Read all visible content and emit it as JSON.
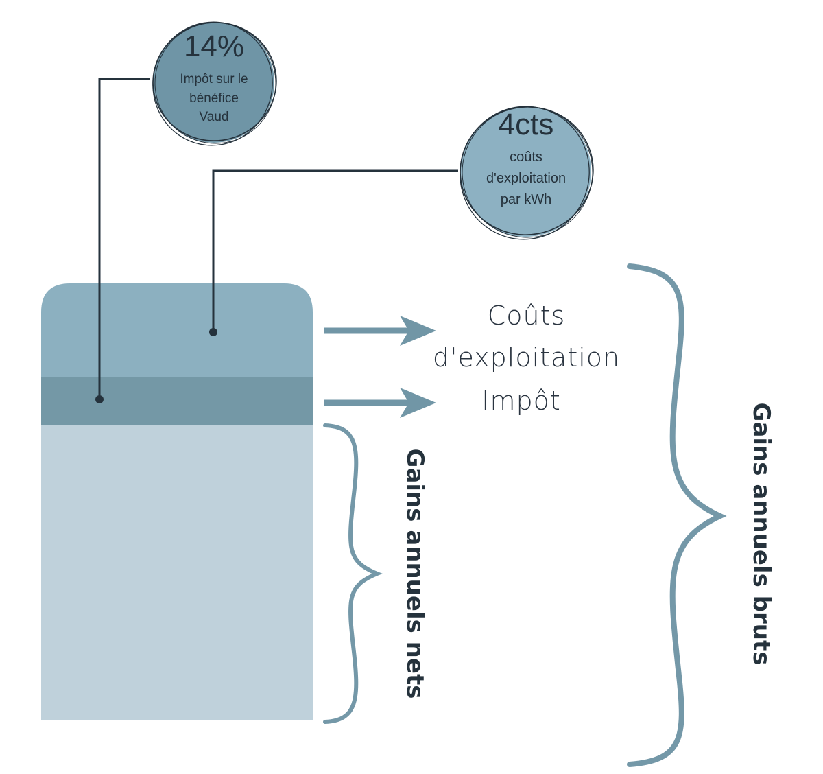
{
  "colors": {
    "top_segment": "#8cb0c0",
    "tax_segment": "#7498a6",
    "net_segment": "#bfd1db",
    "bubble_light": "#8db1c2",
    "bubble_dark": "#6f95a6",
    "line": "#25323c",
    "arrow": "#7196a6",
    "brace": "#7498a8"
  },
  "bubbles": {
    "tax": {
      "value": "14%",
      "caption": [
        "Impôt sur le",
        "bénéfice",
        "Vaud"
      ]
    },
    "costs": {
      "value": "4cts",
      "caption": [
        "coûts",
        "d'exploitation",
        "par kWh"
      ]
    }
  },
  "labels": {
    "costs": [
      "Coûts",
      "d'exploitation"
    ],
    "tax": "Impôt",
    "net": "Gains annuels nets",
    "gross": "Gains annuels bruts"
  }
}
